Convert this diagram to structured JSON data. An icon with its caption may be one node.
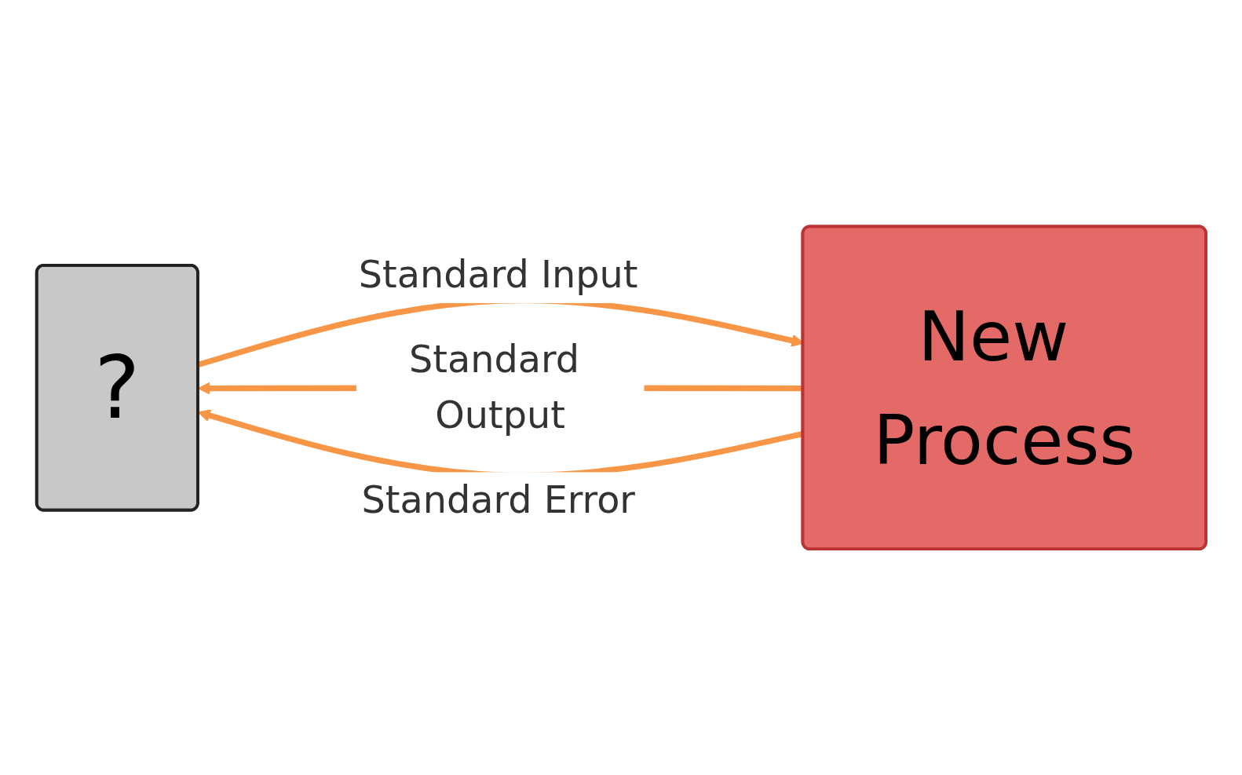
{
  "diagram": {
    "nodes": [
      {
        "text": [
          "?"
        ]
      },
      {
        "text": [
          "New Process"
        ]
      }
    ],
    "edges": [
      {
        "from": 0,
        "to": 1,
        "arrow": "to",
        "label": "Standard Input"
      },
      {
        "from": 1,
        "to": 0,
        "arrow": "to",
        "label": "Standard Output"
      },
      {
        "from": 1,
        "to": 0,
        "arrow": "to",
        "label": "Standard Error"
      }
    ]
  }
}
